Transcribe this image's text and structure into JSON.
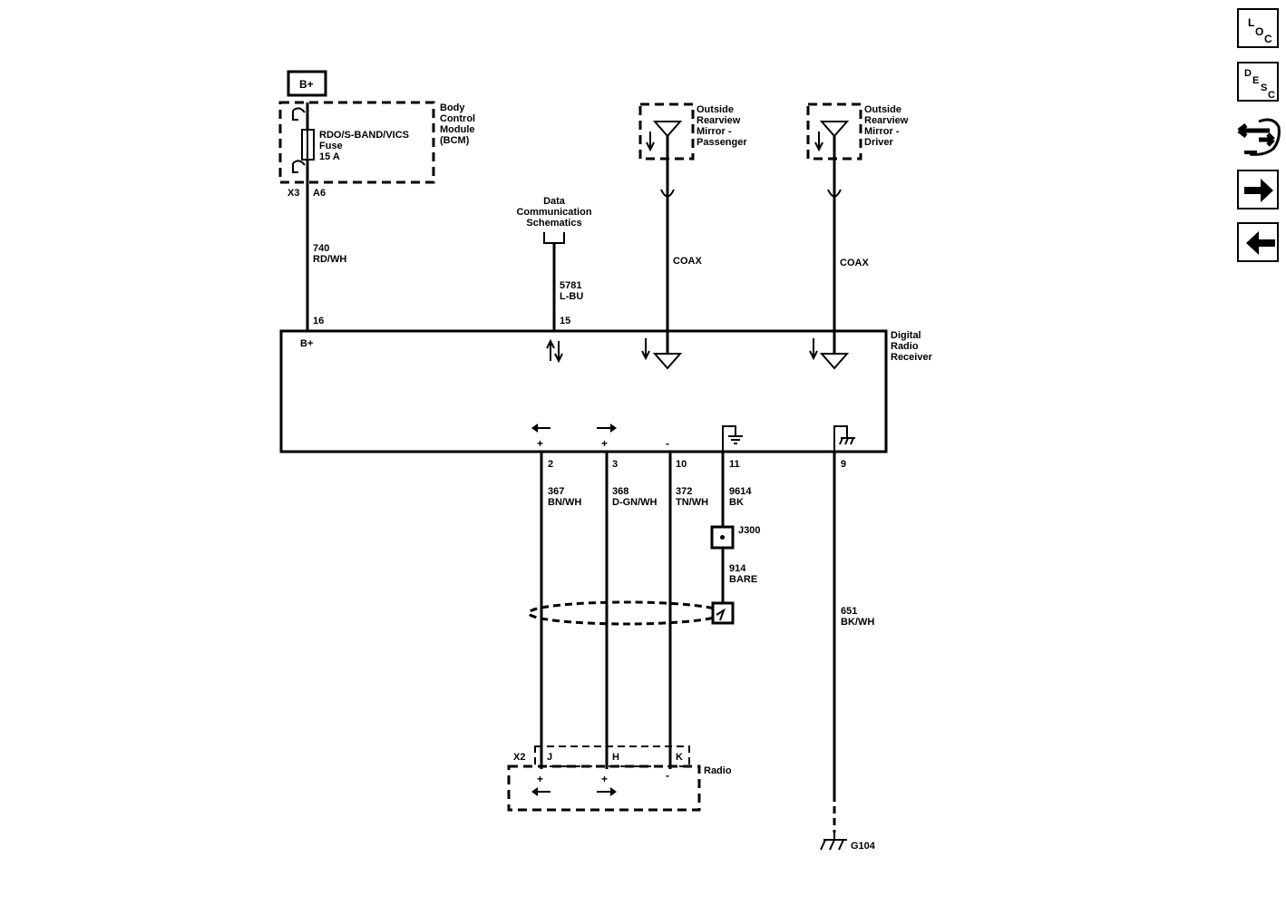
{
  "nav": {
    "loc": {
      "l1": "L",
      "l2": "O",
      "l3": "C"
    },
    "desc": {
      "l1": "D",
      "l2": "E",
      "l3": "S",
      "l4": "C"
    }
  },
  "bcm": {
    "power": "B+",
    "name_lines": [
      "Body",
      "Control",
      "Module",
      "(BCM)"
    ],
    "fuse_lines": [
      "RDO/S-BAND/VICS",
      "Fuse",
      "15 A"
    ],
    "connector": "X3",
    "pin": "A6"
  },
  "circuits": {
    "feed": {
      "number": "740",
      "color": "RD/WH",
      "pin": "16"
    },
    "data": {
      "number": "5781",
      "color": "L-BU",
      "pin": "15"
    },
    "data_ref_lines": [
      "Data",
      "Communication",
      "Schematics"
    ]
  },
  "antennas": {
    "passenger": {
      "lines": [
        "Outside",
        "Rearview",
        "Mirror -",
        "Passenger"
      ],
      "coax": "COAX"
    },
    "driver": {
      "lines": [
        "Outside",
        "Rearview",
        "Mirror -",
        "Driver"
      ],
      "coax": "COAX"
    }
  },
  "receiver": {
    "name_lines": [
      "Digital",
      "Radio",
      "Receiver"
    ],
    "bplus": "B+",
    "plus": "+",
    "minus": "-"
  },
  "outputs": [
    {
      "pin": "2",
      "number": "367",
      "color": "BN/WH"
    },
    {
      "pin": "3",
      "number": "368",
      "color": "D-GN/WH"
    },
    {
      "pin": "10",
      "number": "372",
      "color": "TN/WH"
    },
    {
      "pin": "11",
      "number": "9614",
      "color": "BK"
    },
    {
      "pin": "9",
      "number": "651",
      "color": "BK/WH"
    }
  ],
  "splice": {
    "name": "J300",
    "number": "914",
    "color": "BARE"
  },
  "radio": {
    "name": "Radio",
    "connector": "X2",
    "pins": [
      "J",
      "H",
      "K"
    ],
    "plus": "+",
    "minus": "-"
  },
  "ground": {
    "name": "G104"
  }
}
